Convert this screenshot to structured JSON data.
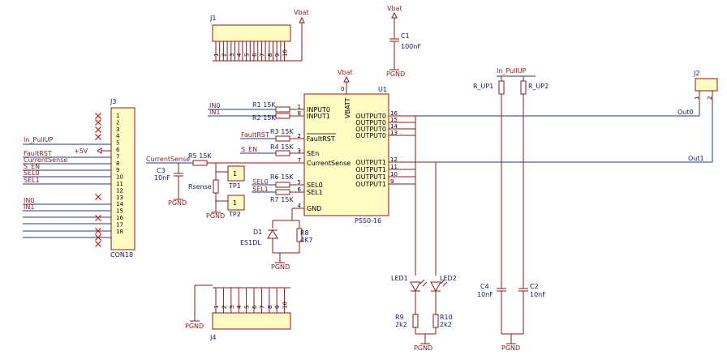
{
  "power": {
    "vbat": "Vbat",
    "pgnd": "PGND",
    "plus5v": "+5V",
    "pullup": "In_PullUP"
  },
  "connectors": {
    "j1": {
      "ref": "J1",
      "pins": [
        "1",
        "2",
        "3",
        "4",
        "5",
        "6",
        "7",
        "8",
        "9",
        "10"
      ]
    },
    "j4": {
      "ref": "J4",
      "pins": [
        "1",
        "2",
        "3",
        "4",
        "5",
        "6",
        "7",
        "8",
        "9",
        "10"
      ]
    },
    "j3": {
      "ref": "J3",
      "value": "CON18",
      "pins": [
        "1",
        "2",
        "3",
        "4",
        "5",
        "6",
        "7",
        "8",
        "9",
        "10",
        "11",
        "12",
        "13",
        "14",
        "15",
        "16",
        "17",
        "18"
      ],
      "nets": [
        "In_PullUP",
        "FaultRST",
        "CurrentSense",
        "S_EN",
        "SEL0",
        "SEL1",
        "IN0",
        "IN1"
      ]
    },
    "j2": {
      "ref": "J2",
      "pins": [
        "1",
        "2"
      ]
    }
  },
  "u1": {
    "ref": "U1",
    "value": "PSS0-16",
    "vbatt_label": "VBATT",
    "vbatt_pin": "0",
    "left_pins": [
      {
        "num": "1",
        "name": "INPUT0"
      },
      {
        "num": "8",
        "name": "INPUT1"
      },
      {
        "num": "2",
        "name": "FaultRST"
      },
      {
        "num": "3",
        "name": "SEn"
      },
      {
        "num": "7",
        "name": "CurrentSense"
      },
      {
        "num": "5",
        "name": "SEL0"
      },
      {
        "num": "6",
        "name": "SEL1"
      },
      {
        "num": "4",
        "name": "GND"
      }
    ],
    "right_pins": [
      {
        "num": "16",
        "name": "OUTPUT0"
      },
      {
        "num": "15",
        "name": "OUTPUT0"
      },
      {
        "num": "14",
        "name": "OUTPUT0"
      },
      {
        "num": "13",
        "name": "OUTPUT0"
      },
      {
        "num": "12",
        "name": "OUTPUT1"
      },
      {
        "num": "11",
        "name": "OUTPUT1"
      },
      {
        "num": "10",
        "name": "OUTPUT1"
      },
      {
        "num": "9",
        "name": "OUTPUT1"
      }
    ]
  },
  "resistors": {
    "r1": "R1 15K",
    "r2": "R2 15K",
    "r3": "R3 15K",
    "r4": "R4 15K",
    "r5": "R5 15K",
    "r6": "R6 15K",
    "r7": "R7 15K",
    "r8_ref": "R8",
    "r8_val": "4K7",
    "rsense": "Rsense",
    "rup1": "R_UP1",
    "rup2": "R_UP2",
    "r9_ref": "R9",
    "r9_val": "2k2",
    "r10_ref": "R10",
    "r10_val": "2k2"
  },
  "capacitors": {
    "c1_ref": "C1",
    "c1_val": "100nF",
    "c2_ref": "C2",
    "c2_val": "10nF",
    "c3_ref": "C3",
    "c3_val": "10nF",
    "c4_ref": "C4",
    "c4_val": "10nF"
  },
  "semis": {
    "d1_ref": "D1",
    "d1_val": "ES1DL",
    "led1": "LED1",
    "led2": "LED2"
  },
  "testpoints": {
    "tp1": "TP1",
    "tp2": "TP2",
    "tp_pin": "1"
  },
  "nets": {
    "in0": "IN0",
    "in1": "IN1",
    "faultrst": "FaultRST",
    "s_en": "S_EN",
    "currentsense": "CurrentSense",
    "sel0": "SEL0",
    "sel1": "SEL1",
    "out0": "Out0",
    "out1": "Out1"
  }
}
